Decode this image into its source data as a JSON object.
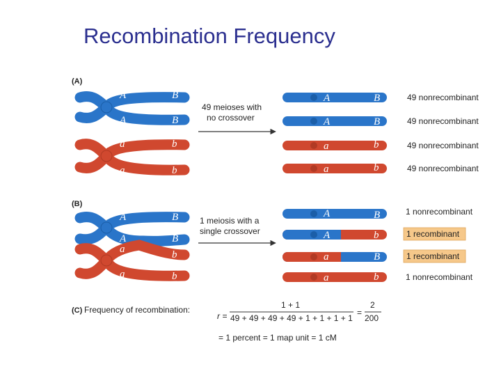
{
  "title": "Recombination Frequency",
  "colors": {
    "blue": "#2a75c9",
    "red": "#d0482f",
    "highlight": "#f6c88a"
  },
  "panels": {
    "a": {
      "label": "(A)",
      "arrow_text_1": "49 meioses with",
      "arrow_text_2": "no crossover",
      "results": [
        "49 nonrecombinant",
        "49 nonrecombinant",
        "49 nonrecombinant",
        "49 nonrecombinant"
      ]
    },
    "b": {
      "label": "(B)",
      "arrow_text_1": "1 meiosis with a",
      "arrow_text_2": "single crossover",
      "results": [
        "1 nonrecombinant",
        "1 recombinant",
        "1 recombinant",
        "1 nonrecombinant"
      ]
    },
    "c": {
      "label": "(C)",
      "text": "Frequency of recombination:",
      "r": "r =",
      "numerator": "1 + 1",
      "denominator": "49 + 49 + 49 + 49 + 1 + 1 + 1 + 1",
      "equals": "=",
      "frac_num": "2",
      "frac_den": "200",
      "conclusion": "= 1 percent = 1 map unit = 1 cM"
    }
  },
  "alleles": {
    "A": "A",
    "B": "B",
    "a": "a",
    "b": "b"
  }
}
